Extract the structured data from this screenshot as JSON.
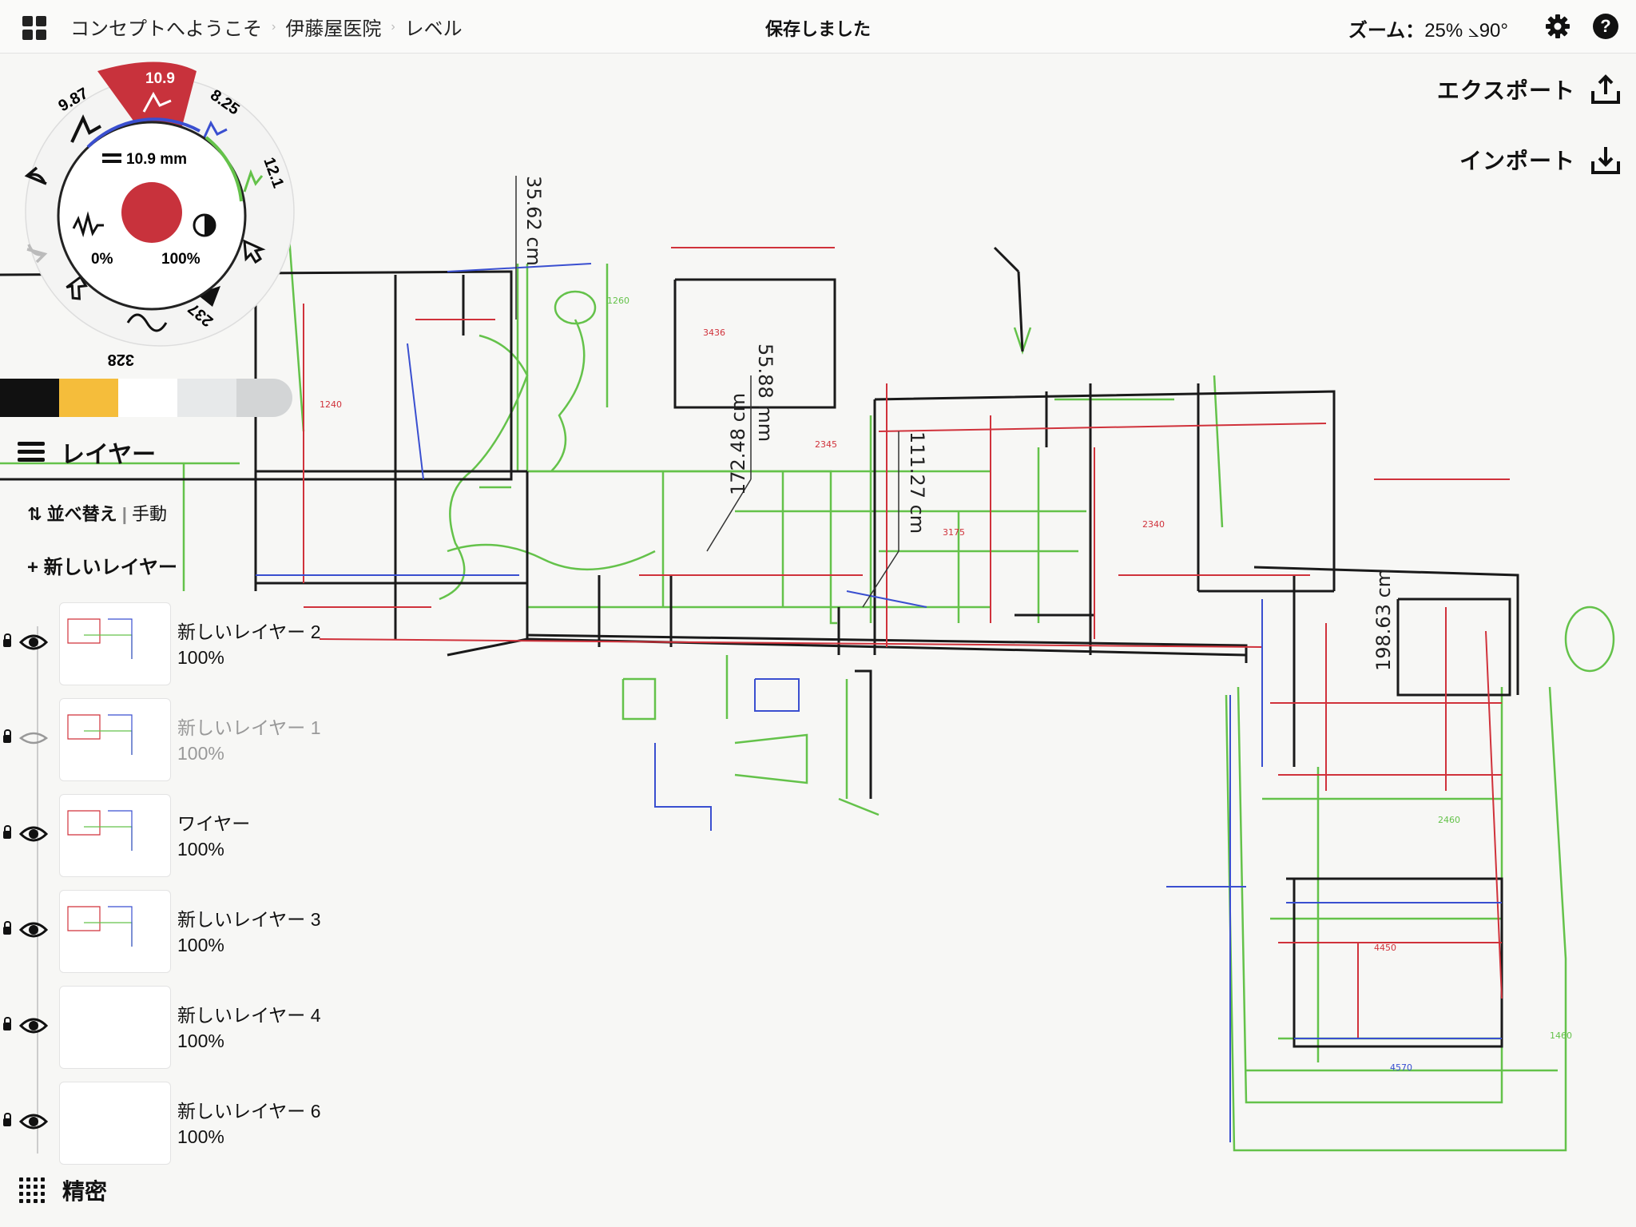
{
  "topbar": {
    "breadcrumbs": [
      "コンセプトへようこそ",
      "伊藤屋医院",
      "レベル"
    ],
    "status": "保存しました",
    "zoom_label": "ズーム：",
    "zoom_value": "25%",
    "rotation": "⦣90°"
  },
  "actions": {
    "export_label": "エクスポート",
    "import_label": "インポート"
  },
  "measurements": [
    "35.62 cm",
    "55.88 mm",
    "172.48 cm",
    "111.27 cm",
    "198.63 cm"
  ],
  "tool_wheel": {
    "active_size": "10.9",
    "sizes": [
      "9.87",
      "8.25",
      "12.1",
      "237",
      "328"
    ],
    "stroke_width": "10.9 mm",
    "smoothing": "0%",
    "opacity": "100%",
    "brush_color": "#c8323c"
  },
  "palette": {
    "colors": [
      "#111111",
      "#f5bd3b",
      "#ffffff",
      "#e7e9ea",
      "#d3d5d6"
    ]
  },
  "layers": {
    "title": "レイヤー",
    "sort_label": "並べ替え",
    "sort_mode": "手動",
    "new_layer": "新しいレイヤー",
    "items": [
      {
        "name": "新しいレイヤー 2",
        "opacity": "100%",
        "visible": true
      },
      {
        "name": "新しいレイヤー 1",
        "opacity": "100%",
        "visible": false
      },
      {
        "name": "ワイヤー",
        "opacity": "100%",
        "visible": true
      },
      {
        "name": "新しいレイヤー 3",
        "opacity": "100%",
        "visible": true
      },
      {
        "name": "新しいレイヤー 4",
        "opacity": "100%",
        "visible": true
      },
      {
        "name": "新しいレイヤー 6",
        "opacity": "100%",
        "visible": true
      }
    ]
  },
  "precision_label": "精密",
  "sketch_colors": {
    "black": "#1a1a1a",
    "red": "#d0323b",
    "green": "#64c24a",
    "blue": "#3a4fd0"
  }
}
